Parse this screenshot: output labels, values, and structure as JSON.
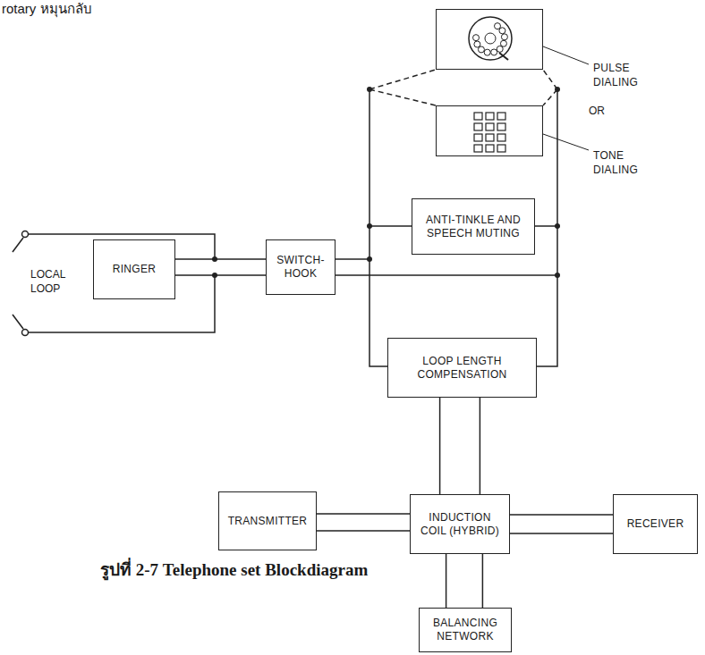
{
  "diagram": {
    "caption": "รูปที่ 2-7 Telephone set Blockdiagram",
    "nodes": [
      {
        "text": [
          "PULSE DIALING"
        ]
      },
      {
        "text": [
          "TONE DIALING"
        ]
      },
      {
        "text": [
          "ANTI-TINKLE AND SPEECH MUTING"
        ]
      },
      {
        "text": [
          "RINGER"
        ]
      },
      {
        "text": [
          "SWITCH-HOOK"
        ]
      },
      {
        "text": [
          "LOOP LENGTH COMPENSATION"
        ]
      },
      {
        "text": [
          "TRANSMITTER"
        ]
      },
      {
        "text": [
          "INDUCTION COIL (HYBRID)"
        ]
      },
      {
        "text": [
          "RECEIVER"
        ]
      },
      {
        "text": [
          "BALANCING NETWORK"
        ]
      }
    ],
    "edges": [
      {
        "from": 3,
        "to": 4,
        "arrow": "none"
      },
      {
        "from": 5,
        "to": 7,
        "arrow": "none"
      },
      {
        "from": 7,
        "to": 6,
        "arrow": "none"
      },
      {
        "from": 7,
        "to": 8,
        "arrow": "none"
      },
      {
        "from": 7,
        "to": 9,
        "arrow": "none"
      }
    ],
    "labels": [
      "rotary หมุนกลับ",
      "OR",
      "LOCAL LOOP"
    ]
  }
}
